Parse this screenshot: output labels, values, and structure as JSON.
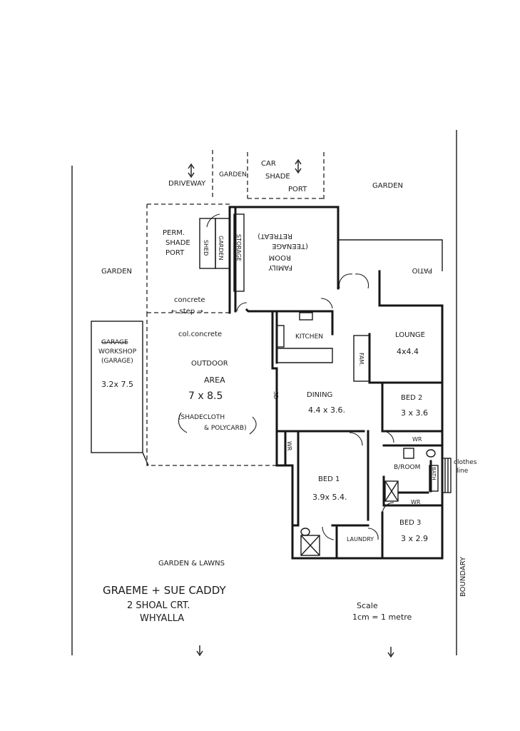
{
  "labels": {
    "driveway": "DRIVEWAY",
    "garden_top": "GARDEN",
    "car_shade_port": [
      "CAR",
      "SHADE",
      "PORT"
    ],
    "garden_right": "GARDEN",
    "perm_shade_port": [
      "PERM.",
      "SHADE",
      "PORT"
    ],
    "shed": "SHED",
    "garden_shed": "GARDEN",
    "storage": "STORAGE",
    "family_room": [
      "FAMILY",
      "ROOM"
    ],
    "teenage_retreat": [
      "(TEENAGE",
      "RETREAT)"
    ],
    "patio": "PATIO",
    "garden_left": "GARDEN",
    "concrete_step": [
      "concrete",
      "← step →"
    ],
    "col_concrete": "col.concrete",
    "kitchen": "KITCHEN",
    "lounge": "LOUNGE",
    "lounge_dims": "4x4.4",
    "fam": "FAM.",
    "workshop": [
      "WORKSHOP",
      "(GARAGE)"
    ],
    "workshop_struck": "GARAGE",
    "workshop_dims": "3.2x 7.5",
    "outdoor_area": [
      "OUTDOOR",
      "AREA"
    ],
    "outdoor_dims": "7 x 8.5",
    "shadecloth": [
      "(SHADECLOTH",
      "& POLYCARB)"
    ],
    "sd": "SD",
    "dining": "DINING",
    "dining_dims": "4.4 x 3.6.",
    "bed2": "BED 2",
    "bed2_dims": "3 x 3.6",
    "wr_left": "WR",
    "wr_upper": "WR",
    "wr_lower": "WR",
    "bathroom": "B/ROOM",
    "bath": "BATH",
    "clothes_line": [
      "clothes",
      "line"
    ],
    "bed1": "BED 1",
    "bed1_dims": "3.9x 5.4.",
    "bed3": "BED 3",
    "bed3_dims": "3 x 2.9",
    "laundry": "LAUNDRY",
    "boundary": "BOUNDARY",
    "garden_lawns": "GARDEN & LAWNS",
    "owner": "GRAEME + SUE CADDY",
    "address": [
      "2 SHOAL CRT.",
      "WHYALLA"
    ],
    "scale": [
      "Scale",
      "1cm = 1 metre"
    ]
  }
}
